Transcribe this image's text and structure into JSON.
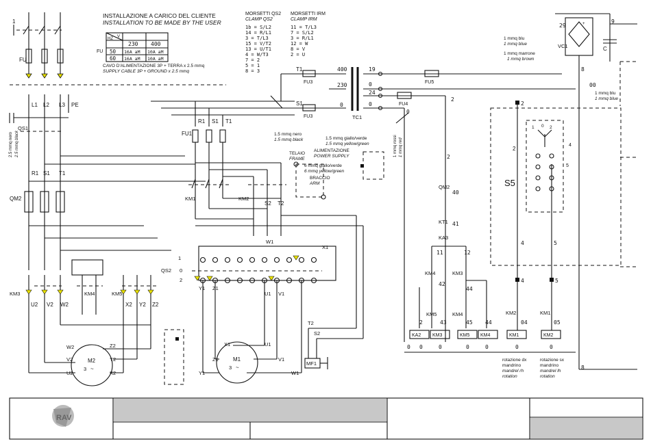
{
  "colors": {
    "ink": "#111111",
    "grey_cell": "#c8c8c8",
    "terminal_yellow": "#e8e000"
  },
  "install": {
    "title_it": "INSTALLAZIONE A CARICO DEL CLIENTE",
    "title_en": "INSTALLATION TO BE MADE BY THE USER",
    "table": {
      "hz": "HZ",
      "v": "V",
      "cols": [
        "230",
        "400"
      ],
      "rows": [
        [
          "50",
          "16A aM",
          "10A aM"
        ],
        [
          "60",
          "16A aM",
          "10A aM"
        ]
      ],
      "fu": "FU"
    },
    "cable_it": "CAVO D'ALIMENTAZIONE 3P + TERRA x 2.5 mmq",
    "cable_en": "SUPPLY CABLE 3P + GROUND x 2.5 mmq"
  },
  "clamps": {
    "qs2_title": "MORSETTI QS2",
    "qs2_sub": "CLAMP QS2",
    "qs2": [
      "1b = S/L2",
      "14 = R/L1",
      "3 = T/L3",
      "15 = V/T2",
      "13 = U/T1",
      "4 = W/T3",
      "7 = 2",
      "5 = 1",
      "8 = 3"
    ],
    "irm_title": "MORSETTI IRM",
    "irm_sub": "CLAMP IRM",
    "irm": [
      "11 = T/L3",
      "7 = S/L2",
      "3 = R/L1",
      "12 = W",
      "8 = V",
      "2 = U"
    ]
  },
  "notes": {
    "blu_it": "1 mmq blu",
    "blu_en": "1 mmq blue",
    "brown_it": "1 mmq marrone",
    "brown_en": "1 mmq brown",
    "blu2_it": "1 mmq blu",
    "blu2_en": "1 mmq blue",
    "nero_it": "1.5 mmq nero",
    "nero_en": "1.5 mmq black",
    "gv_it": "1.5 mmq giallo/verde",
    "gv_en": "1.5 mmq yellow/green",
    "red_it": "1 mmq rossi",
    "red_en": "1 mmq red",
    "black25_it": "2.5 mmq nero",
    "black25_en": "2.5 mmq black",
    "frame_it": "TELAIO",
    "frame_en": "FRAME",
    "psu_it": "ALIMENTAZIONE",
    "psu_en": "POWER SUPPLY",
    "gv6_it": "6 mmq giallo/verde",
    "gv6_en": "6 mmq yellow/green",
    "arm_it": "BRACCIO",
    "arm_en": "ARM",
    "rot_dx": [
      "rotazione dx",
      "mandrino",
      "mandrel rh",
      "rotation"
    ],
    "rot_sx": [
      "rotazione sx",
      "mandrino",
      "mandrel lh",
      "rotation"
    ]
  },
  "labels": {
    "qs1": "QS1",
    "fu": "FU",
    "qm2": "QM2",
    "km3": "KM3",
    "km4": "KM4",
    "km5": "KM5",
    "km1": "KM1",
    "km2": "KM2",
    "fu1": "FU1",
    "qs2": "QS2",
    "fu3a": "FU3",
    "fu3b": "FU3",
    "fu4": "FU4",
    "fu5": "FU5",
    "tc1": "TC1",
    "vc1": "VC1",
    "s5": "S5",
    "m2": "M2",
    "m1": "M1",
    "mf1": "MF1",
    "kt1": "KT1",
    "ka3": "KA3",
    "c": "C",
    "l1": "L1",
    "l2": "L2",
    "l3": "L3",
    "pe": "PE",
    "r1": "R1",
    "s1": "S1",
    "t1": "T1",
    "u2": "U2",
    "v2": "V2",
    "w2": "W2",
    "x2": "X2",
    "y2": "Y2",
    "z2": "Z2",
    "u1": "U1",
    "v1": "V1",
    "w1": "W1",
    "x1": "X1",
    "y1": "Y1",
    "z1": "Z1",
    "s2": "S2",
    "t2": "T2",
    "pin0": "0",
    "pin1": "1",
    "pin2": "2",
    "pin3": "3",
    "pin4": "4",
    "pin5": "5",
    "pin8": "8",
    "pin9": "9",
    "n400": "400",
    "n230": "230",
    "n19": "19",
    "n24": "24",
    "n29": "29",
    "n00": "00",
    "n40": "40",
    "n41": "41",
    "n11": "11",
    "n12": "12",
    "n42": "42",
    "n43": "43",
    "n44": "44",
    "n45": "45",
    "n04": "04",
    "n05": "05",
    "coils": [
      "KA2",
      "KM3",
      "KM5",
      "KM4",
      "KM1",
      "KM2"
    ]
  }
}
